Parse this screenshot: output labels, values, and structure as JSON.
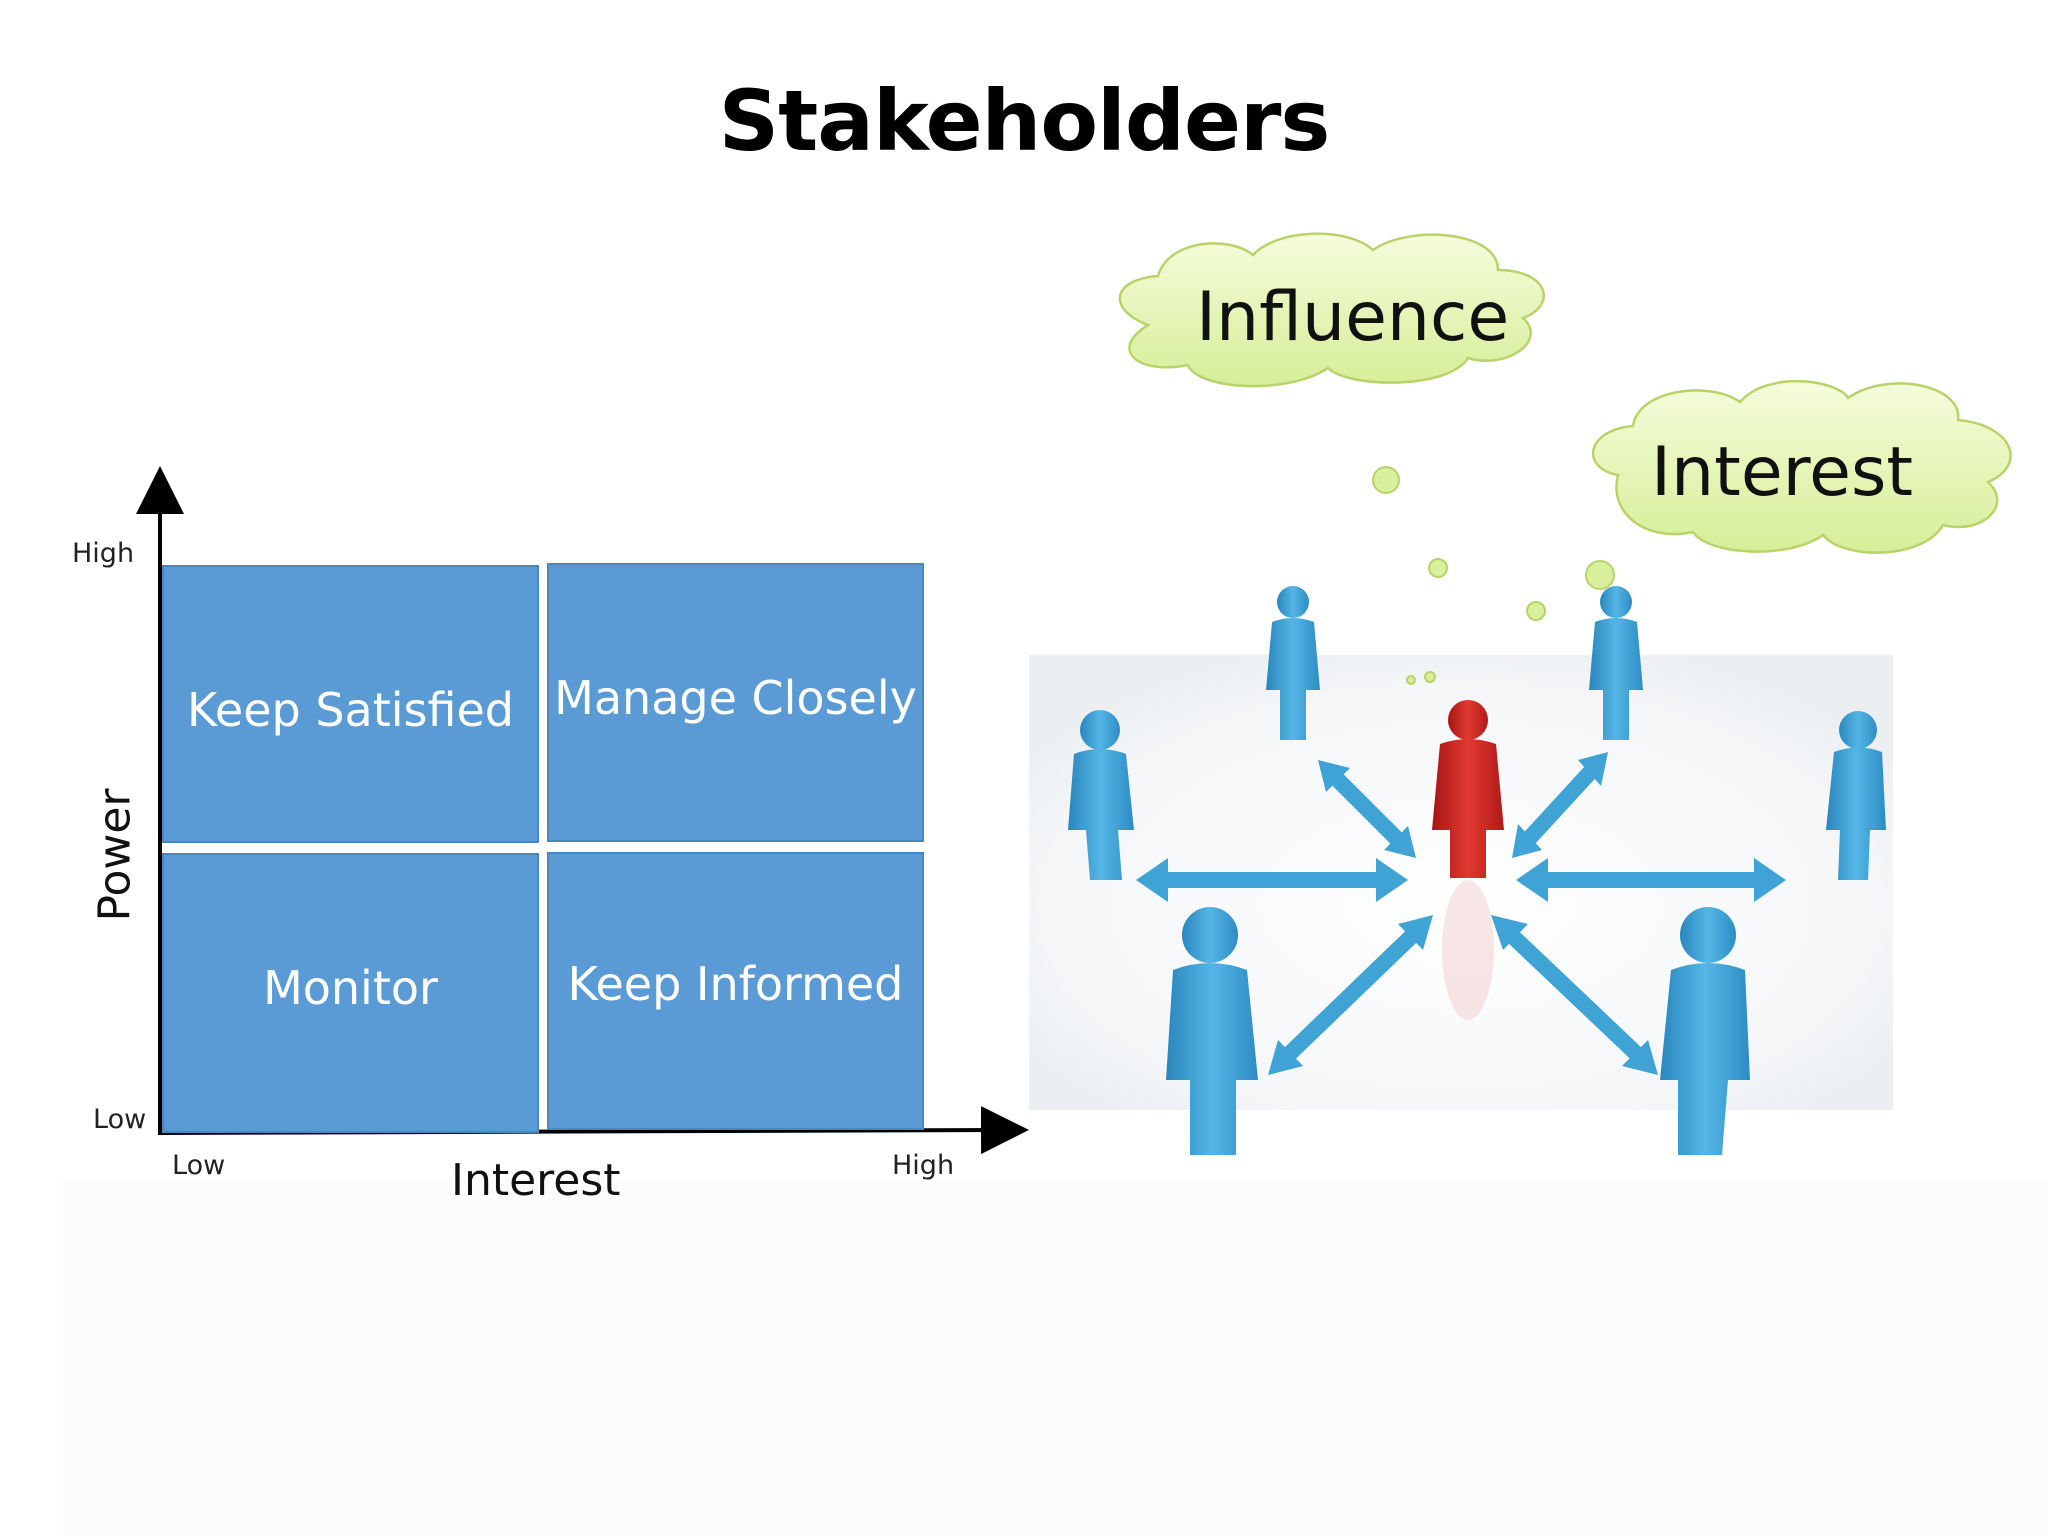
{
  "title": "Stakeholders",
  "matrix": {
    "quadrants": {
      "top_left": "Keep Satisfied",
      "top_right": "Manage Closely",
      "bottom_left": "Monitor",
      "bottom_right": "Keep Informed"
    },
    "y_axis": {
      "label": "Power",
      "high": "High",
      "low": "Low"
    },
    "x_axis": {
      "label": "Interest",
      "low": "Low",
      "high": "High"
    }
  },
  "illustration": {
    "bubbles": {
      "first": "Influence",
      "second": "Interest"
    }
  },
  "colors": {
    "quadrant_fill": "#5b9bd5",
    "figure_blue": "#3a9fd1",
    "figure_red": "#c0201f",
    "bubble_fill": "#e6f5b5"
  }
}
